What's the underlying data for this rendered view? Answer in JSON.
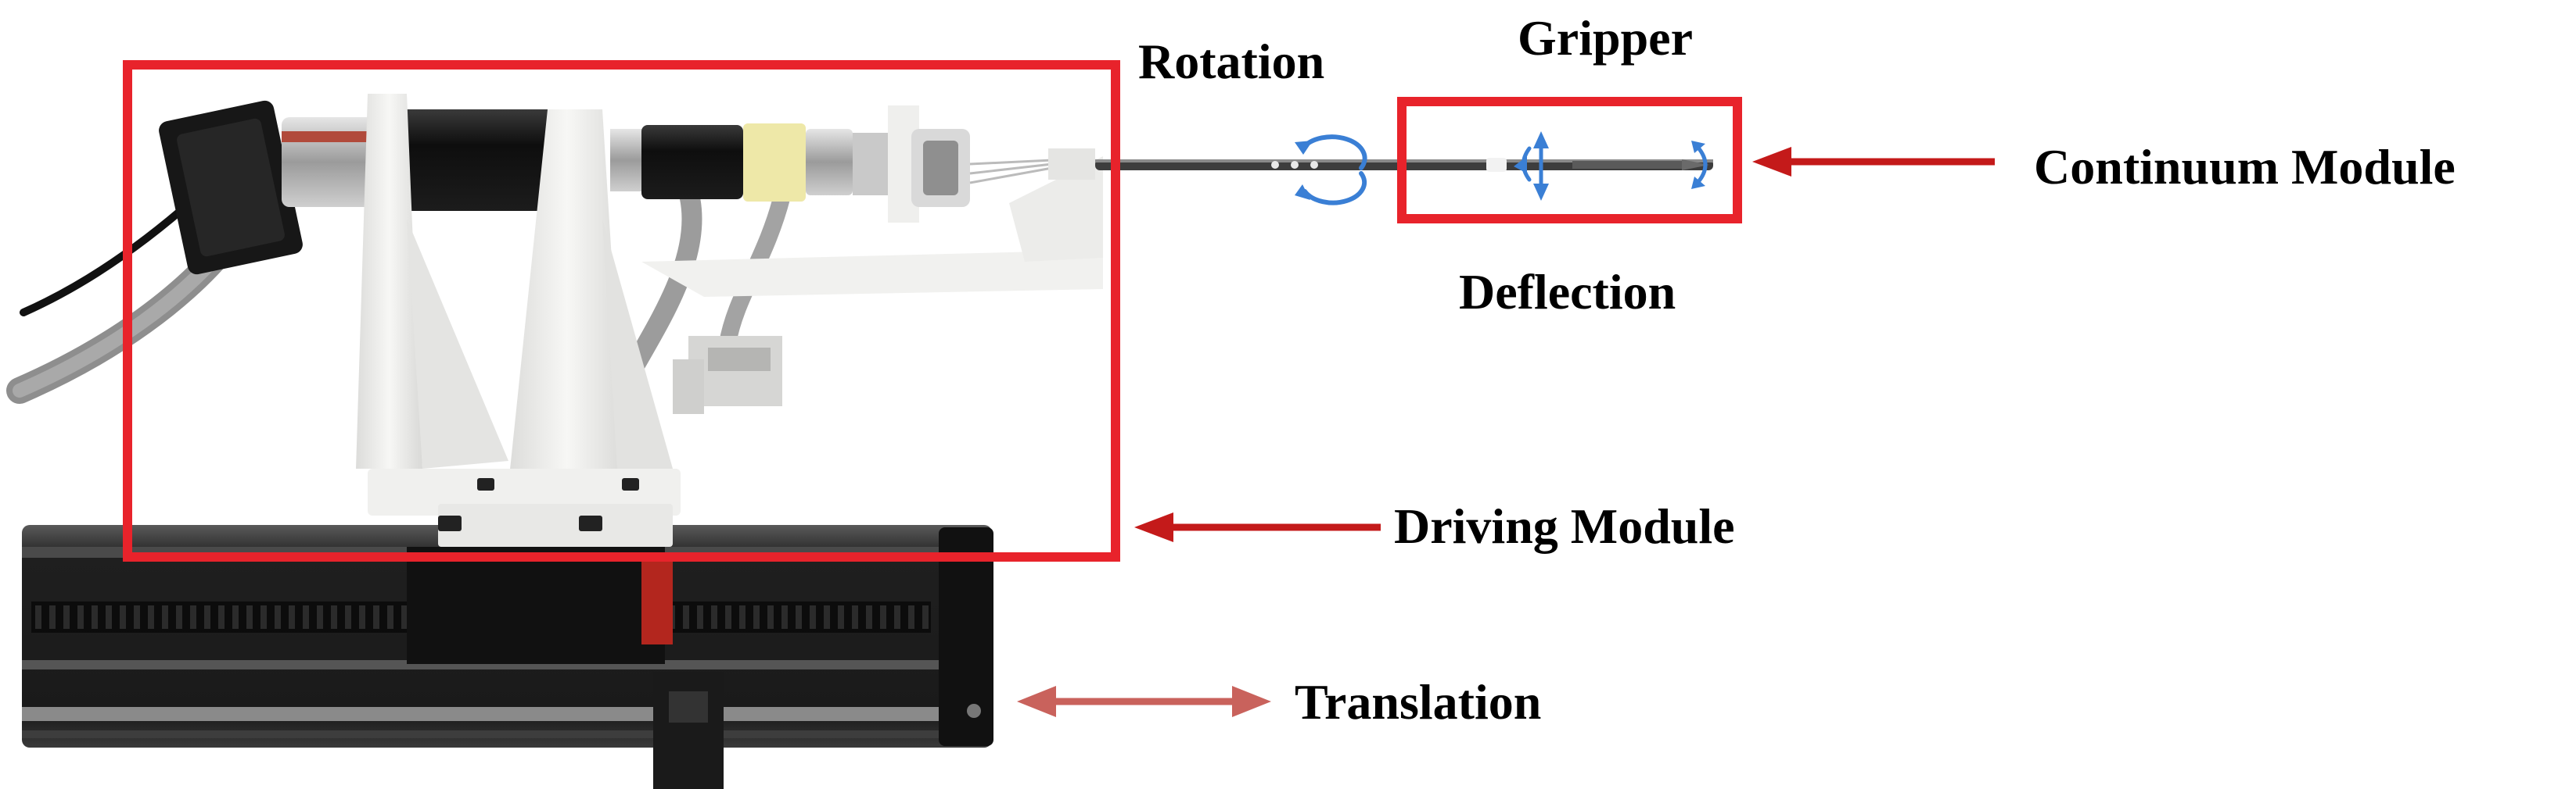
{
  "labels": {
    "rotation": "Rotation",
    "gripper": "Gripper",
    "continuum_module": "Continuum Module",
    "deflection": "Deflection",
    "driving_module": "Driving Module",
    "translation": "Translation"
  },
  "colors": {
    "highlight_box": "#e8232b",
    "pointer_arrow": "#c41a1a",
    "translation_arrow": "#c9625c",
    "motion_arrow": "#3a7fd5",
    "white_plastic": "#f2f2f0",
    "black_motor": "#141414",
    "rail": "#2a2a2a",
    "cable": "#9a9a9a"
  },
  "icons": [
    "rotation-arrow-icon",
    "deflection-arrow-icon",
    "gripper-arrow-icon"
  ]
}
